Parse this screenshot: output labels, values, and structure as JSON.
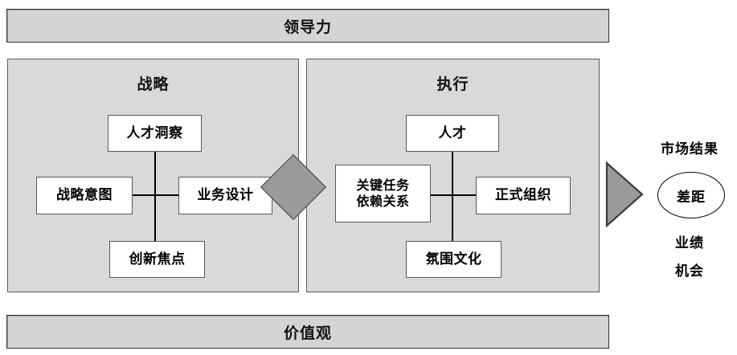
{
  "diagram": {
    "title_top": "领导力",
    "title_bottom": "价值观",
    "pillars": [
      {
        "id": "strategy",
        "title": "战略",
        "nodes": [
          {
            "id": "talent-insight",
            "label": "人才洞察"
          },
          {
            "id": "strategic-intent",
            "label": "战略意图"
          },
          {
            "id": "business-design",
            "label": "业务设计"
          },
          {
            "id": "innovation-focus",
            "label": "创新焦点"
          }
        ]
      },
      {
        "id": "execution",
        "title": "执行",
        "nodes": [
          {
            "id": "talent",
            "label": "人才"
          },
          {
            "id": "key-task-line1",
            "label": "关键任务"
          },
          {
            "id": "key-task-line2",
            "label": "依赖关系"
          },
          {
            "id": "formal-org",
            "label": "正式组织"
          },
          {
            "id": "culture",
            "label": "氛围文化"
          }
        ]
      }
    ],
    "connector": {
      "shape": "diamond",
      "label": ""
    },
    "arrow": {
      "shape": "triangle-right"
    },
    "results": {
      "title": "市场结果",
      "gap": "差距",
      "performance": "业绩",
      "opportunity": "机会"
    },
    "colors": {
      "banner_fill": "#d4d4d4",
      "pillar_fill": "#d9d9d9",
      "node_fill": "#ffffff",
      "shape_gray": "#9a9a9a",
      "border_dark": "#333333",
      "text": "#000000"
    }
  }
}
